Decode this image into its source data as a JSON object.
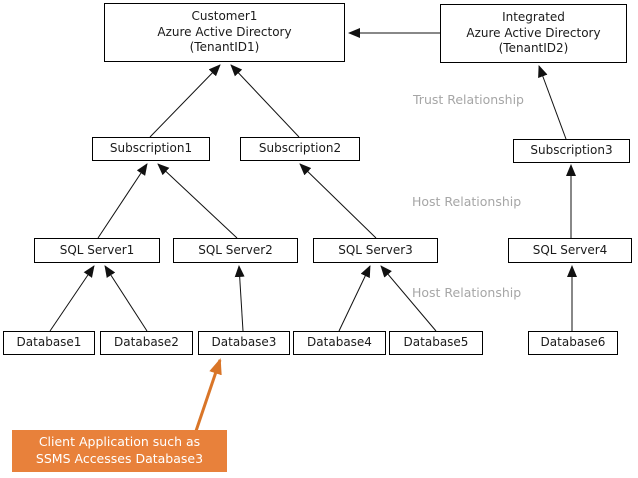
{
  "title": "Azure Active Directory tenant / subscription / SQL Server / database hierarchy diagram",
  "colors": {
    "box_fill": "#ffffff",
    "box_border": "#000000",
    "text": "#1a1a1a",
    "relationship_label_gray": "#a6a6a6",
    "callout_orange": "#e8813b",
    "callout_arrow_orange": "#d97528"
  },
  "nodes": {
    "customer1_aad": {
      "label": "Customer1\nAzure Active Directory\n(TenantID1)"
    },
    "integrated_aad": {
      "label": "Integrated\nAzure Active Directory\n(TenantID2)"
    },
    "subscription1": {
      "label": "Subscription1"
    },
    "subscription2": {
      "label": "Subscription2"
    },
    "subscription3": {
      "label": "Subscription3"
    },
    "sql_server1": {
      "label": "SQL Server1"
    },
    "sql_server2": {
      "label": "SQL Server2"
    },
    "sql_server3": {
      "label": "SQL Server3"
    },
    "sql_server4": {
      "label": "SQL Server4"
    },
    "database1": {
      "label": "Database1"
    },
    "database2": {
      "label": "Database2"
    },
    "database3": {
      "label": "Database3"
    },
    "database4": {
      "label": "Database4"
    },
    "database5": {
      "label": "Database5"
    },
    "database6": {
      "label": "Database6"
    }
  },
  "labels": [
    {
      "text": "Trust Relationship"
    },
    {
      "text": "Host Relationship"
    },
    {
      "text": "Host Relationship"
    }
  ],
  "callout": {
    "label": "Client Application such as\nSSMS Accesses Database3"
  },
  "edges": [
    {
      "from": "integrated_aad",
      "to": "customer1_aad",
      "label": "Trust Relationship"
    },
    {
      "from": "subscription1",
      "to": "customer1_aad",
      "label": "Host Relationship"
    },
    {
      "from": "subscription2",
      "to": "customer1_aad",
      "label": "Host Relationship"
    },
    {
      "from": "subscription3",
      "to": "integrated_aad",
      "label": "Host Relationship"
    },
    {
      "from": "sql_server1",
      "to": "subscription1"
    },
    {
      "from": "sql_server2",
      "to": "subscription1"
    },
    {
      "from": "sql_server3",
      "to": "subscription2"
    },
    {
      "from": "sql_server4",
      "to": "subscription3"
    },
    {
      "from": "database1",
      "to": "sql_server1",
      "label": "Host Relationship"
    },
    {
      "from": "database2",
      "to": "sql_server1",
      "label": "Host Relationship"
    },
    {
      "from": "database3",
      "to": "sql_server2",
      "label": "Host Relationship"
    },
    {
      "from": "database4",
      "to": "sql_server3",
      "label": "Host Relationship"
    },
    {
      "from": "database5",
      "to": "sql_server3",
      "label": "Host Relationship"
    },
    {
      "from": "database6",
      "to": "sql_server4",
      "label": "Host Relationship"
    },
    {
      "from": "client_application_callout",
      "to": "database3",
      "style": "orange"
    }
  ]
}
